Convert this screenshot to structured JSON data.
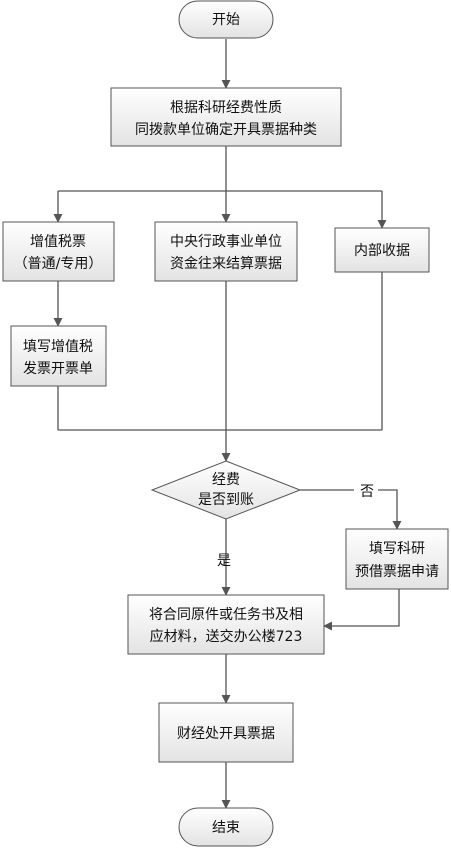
{
  "nodes": {
    "start": "开始",
    "determine": [
      "根据科研经费性质",
      "同拨款单位确定开具票据种类"
    ],
    "vat": [
      "增值税票",
      "（普通/专用）"
    ],
    "central": [
      "中央行政事业单位",
      "资金往来结算票据"
    ],
    "internal": "内部收据",
    "fill_vat": [
      "填写增值税",
      "发票开票单"
    ],
    "check": [
      "经费",
      "是否到账"
    ],
    "fill_loan": [
      "填写科研",
      "预借票据申请"
    ],
    "submit": [
      "将合同原件或任务书及相",
      "应材料，送交办公楼723"
    ],
    "finance": "财经处开具票据",
    "end": "结束"
  },
  "edges": {
    "yes": "是",
    "no": "否"
  },
  "colors": {
    "box_top": "#ffffff",
    "box_bottom": "#e3e3e3",
    "stroke": "#555555"
  }
}
